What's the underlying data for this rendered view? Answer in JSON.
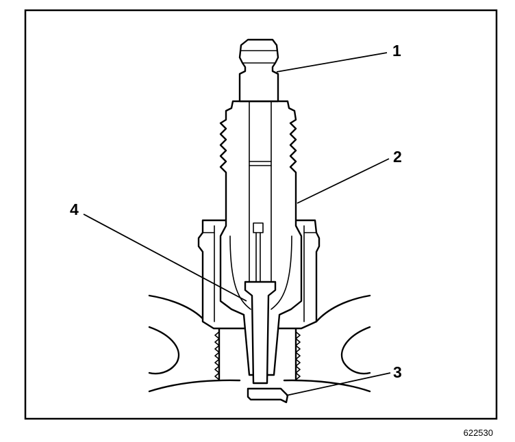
{
  "callouts": [
    {
      "id": "1",
      "label": "1"
    },
    {
      "id": "2",
      "label": "2"
    },
    {
      "id": "3",
      "label": "3"
    },
    {
      "id": "4",
      "label": "4"
    }
  ],
  "figure_id": "622530"
}
